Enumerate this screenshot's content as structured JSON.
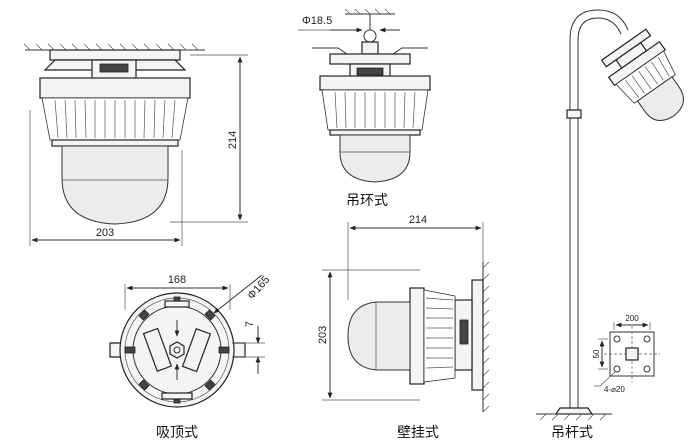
{
  "views": {
    "ceiling_front": {
      "width_label": "203",
      "height_label": "214"
    },
    "ring_hanging": {
      "diameter_label": "Φ18.5",
      "caption": "吊环式"
    },
    "ceiling_top": {
      "width_label": "168",
      "diameter_label": "Φ165",
      "gap_label": "7",
      "caption": "吸顶式"
    },
    "wall_mounted": {
      "width_label": "214",
      "height_label": "203",
      "caption": "壁挂式"
    },
    "pole": {
      "caption": "吊杆式",
      "base_width_label": "200",
      "base_height_label": "50",
      "holes_label": "4-⌀20"
    }
  }
}
